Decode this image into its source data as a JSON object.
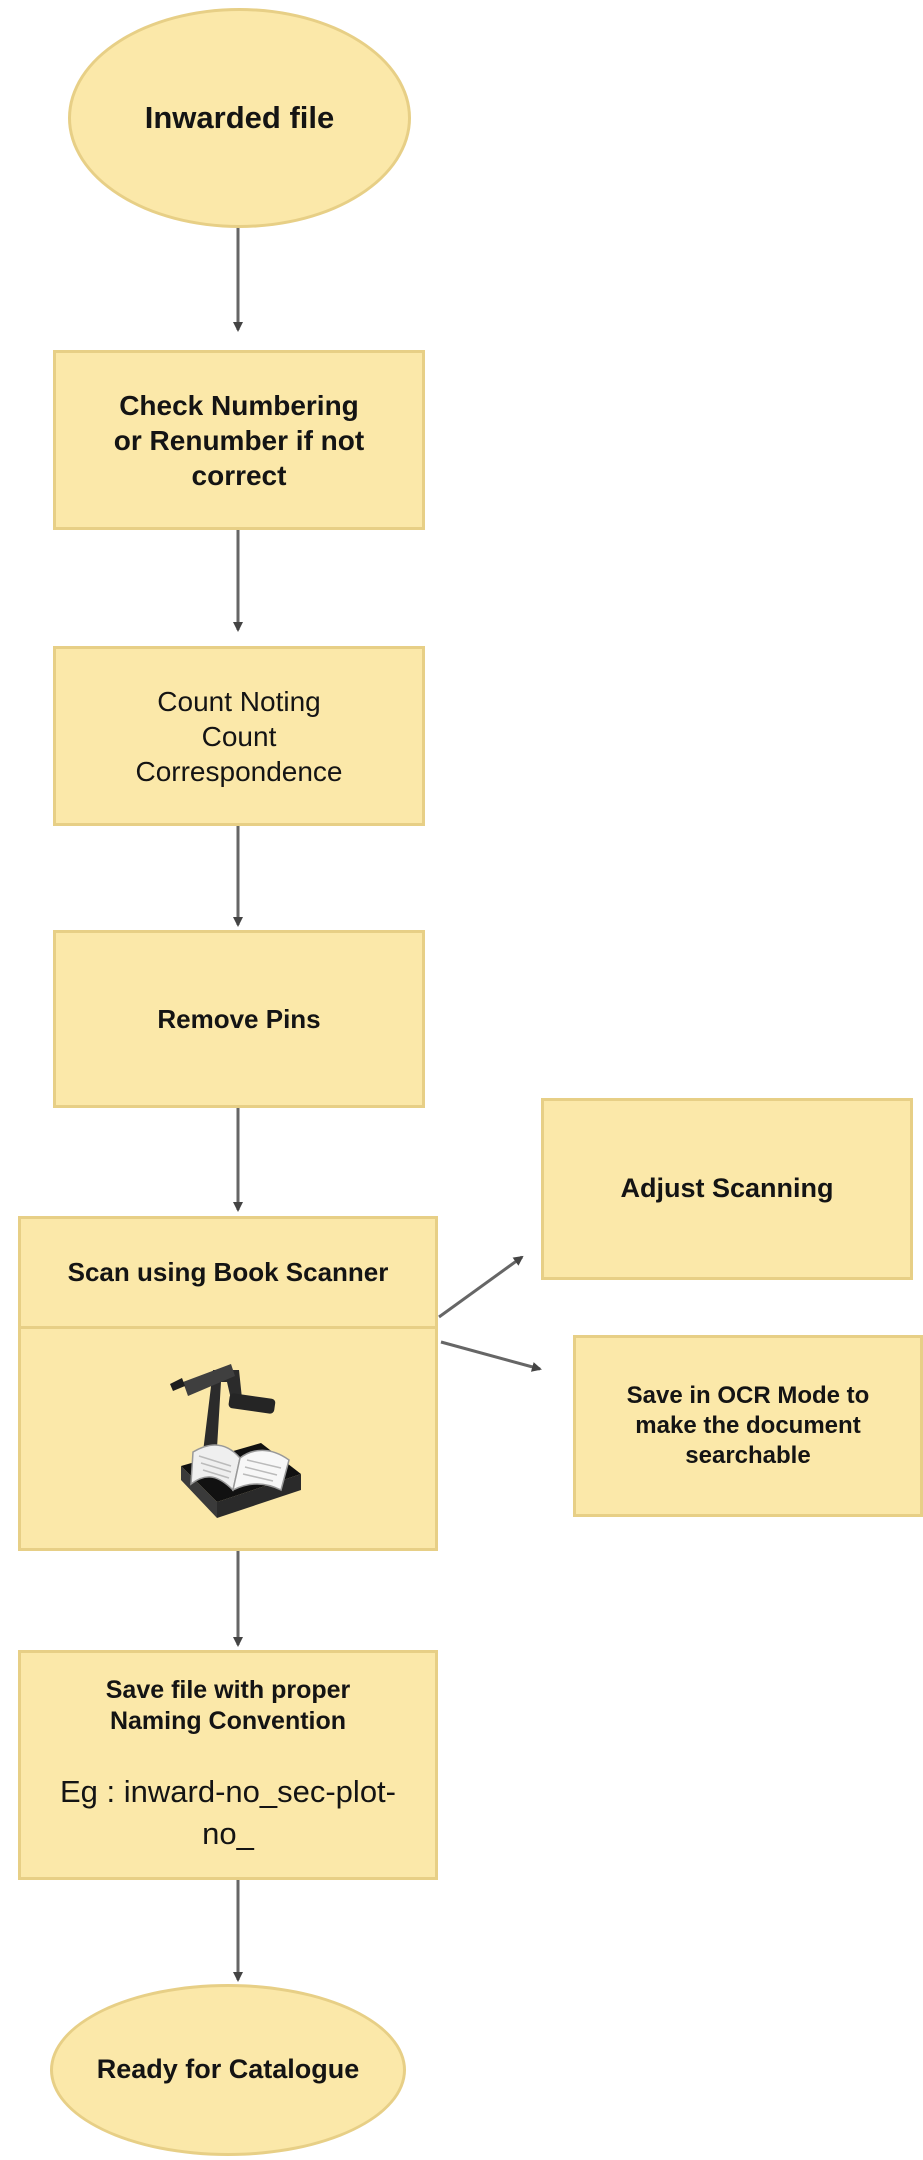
{
  "diagram": {
    "nodes": {
      "start": "Inwarded file",
      "check_numbering": "Check Numbering\nor Renumber if not\ncorrect",
      "count": "Count  Noting\nCount\nCorrespondence",
      "remove_pins": "Remove Pins",
      "scan": "Scan using Book Scanner",
      "adjust_scanning": "Adjust Scanning",
      "save_ocr": "Save in OCR Mode to\nmake the document\nsearchable",
      "save_file_title": "Save file with proper\nNaming Convention",
      "save_file_example": "Eg : inward-no_sec-plot-\nno_",
      "end": "Ready for Catalogue"
    },
    "icons": {
      "scanner": "book-scanner-icon"
    },
    "colors": {
      "node_fill": "#fbe8a9",
      "node_border": "#e7cf86",
      "arrow": "#555555"
    }
  }
}
